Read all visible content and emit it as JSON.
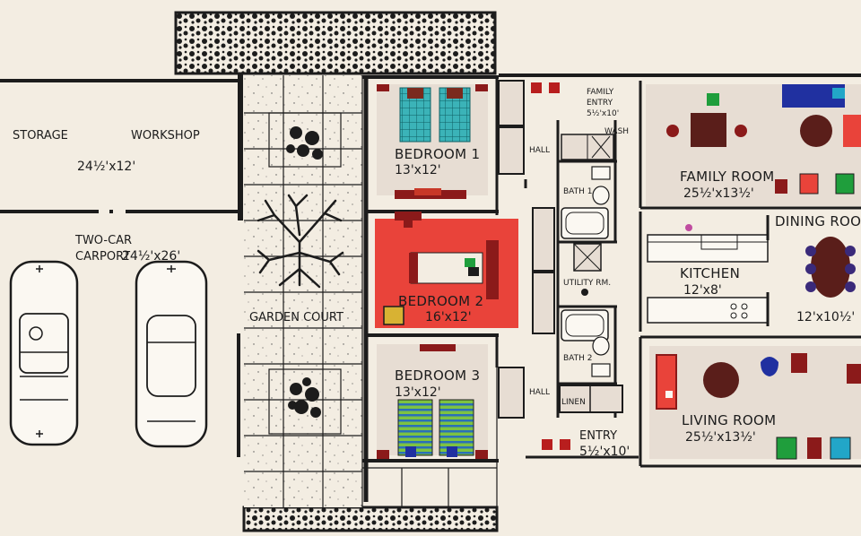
{
  "colors": {
    "paper": "#f3ede2",
    "wall": "#1c1c1c",
    "room_fill": "#e7ddd3",
    "rug_red": "#e9433a",
    "bedspread_teal": "#3bb3b8",
    "bedspread_green": "#7dc242",
    "furniture_maroon": "#8b1a1a",
    "chair_green": "#1f9e3c",
    "chair_blue": "#2030a0",
    "chair_cyan": "#22a6c8",
    "table_brown": "#5a1e1a",
    "dining_purple": "#3a2a7a"
  },
  "labels": {
    "storage": "STORAGE",
    "workshop": "WORKSHOP",
    "storage_dim": "24½'x12'",
    "carport": "TWO-CAR",
    "carport_line2": "CARPORT",
    "carport_dim": "24½'x26'",
    "garden_court": "GARDEN COURT",
    "bedroom1": "BEDROOM 1",
    "bedroom1_dim": "13'x12'",
    "bedroom2": "BEDROOM 2",
    "bedroom2_dim": "16'x12'",
    "bedroom3": "BEDROOM 3",
    "bedroom3_dim": "13'x12'",
    "hall_top": "HALL",
    "hall_bottom": "HALL",
    "bath1": "BATH 1",
    "bath2": "BATH 2",
    "utility": "UTILITY RM.",
    "linen": "LINEN",
    "wash": "WASH",
    "family_entry": "FAMILY",
    "family_entry_line2": "ENTRY",
    "family_entry_dim": "5½'x10'",
    "family_room": "FAMILY ROOM",
    "family_room_dim": "25½'x13½'",
    "dining_room": "DINING ROO",
    "dining_dim": "12'x10½'",
    "kitchen": "KITCHEN",
    "kitchen_dim": "12'x8'",
    "living_room": "LIVING ROOM",
    "living_room_dim": "25½'x13½'",
    "entry": "ENTRY",
    "entry_dim": "5½'x10'"
  },
  "icons": {
    "tree": "tree-icon",
    "shrub": "shrub-icon",
    "car": "car-icon"
  }
}
